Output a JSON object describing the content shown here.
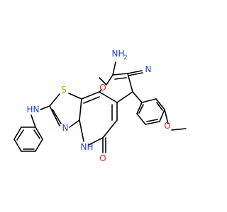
{
  "colors": {
    "bond": "#000000",
    "N": "#1f3fd0",
    "O": "#e02020",
    "S": "#b8a800",
    "C": "#000000"
  },
  "atoms": {
    "nh2_N": "N",
    "nh2_H": "H",
    "nh2_2": "2",
    "o_ring": "O",
    "cn_N": "N",
    "s_ring": "S",
    "nh_link_H": "H",
    "nh_link_N": "N",
    "n_thiazole": "N",
    "nh_ring_N": "N",
    "nh_ring_H": "H",
    "o_carbonyl": "O",
    "o_methoxy": "O"
  }
}
